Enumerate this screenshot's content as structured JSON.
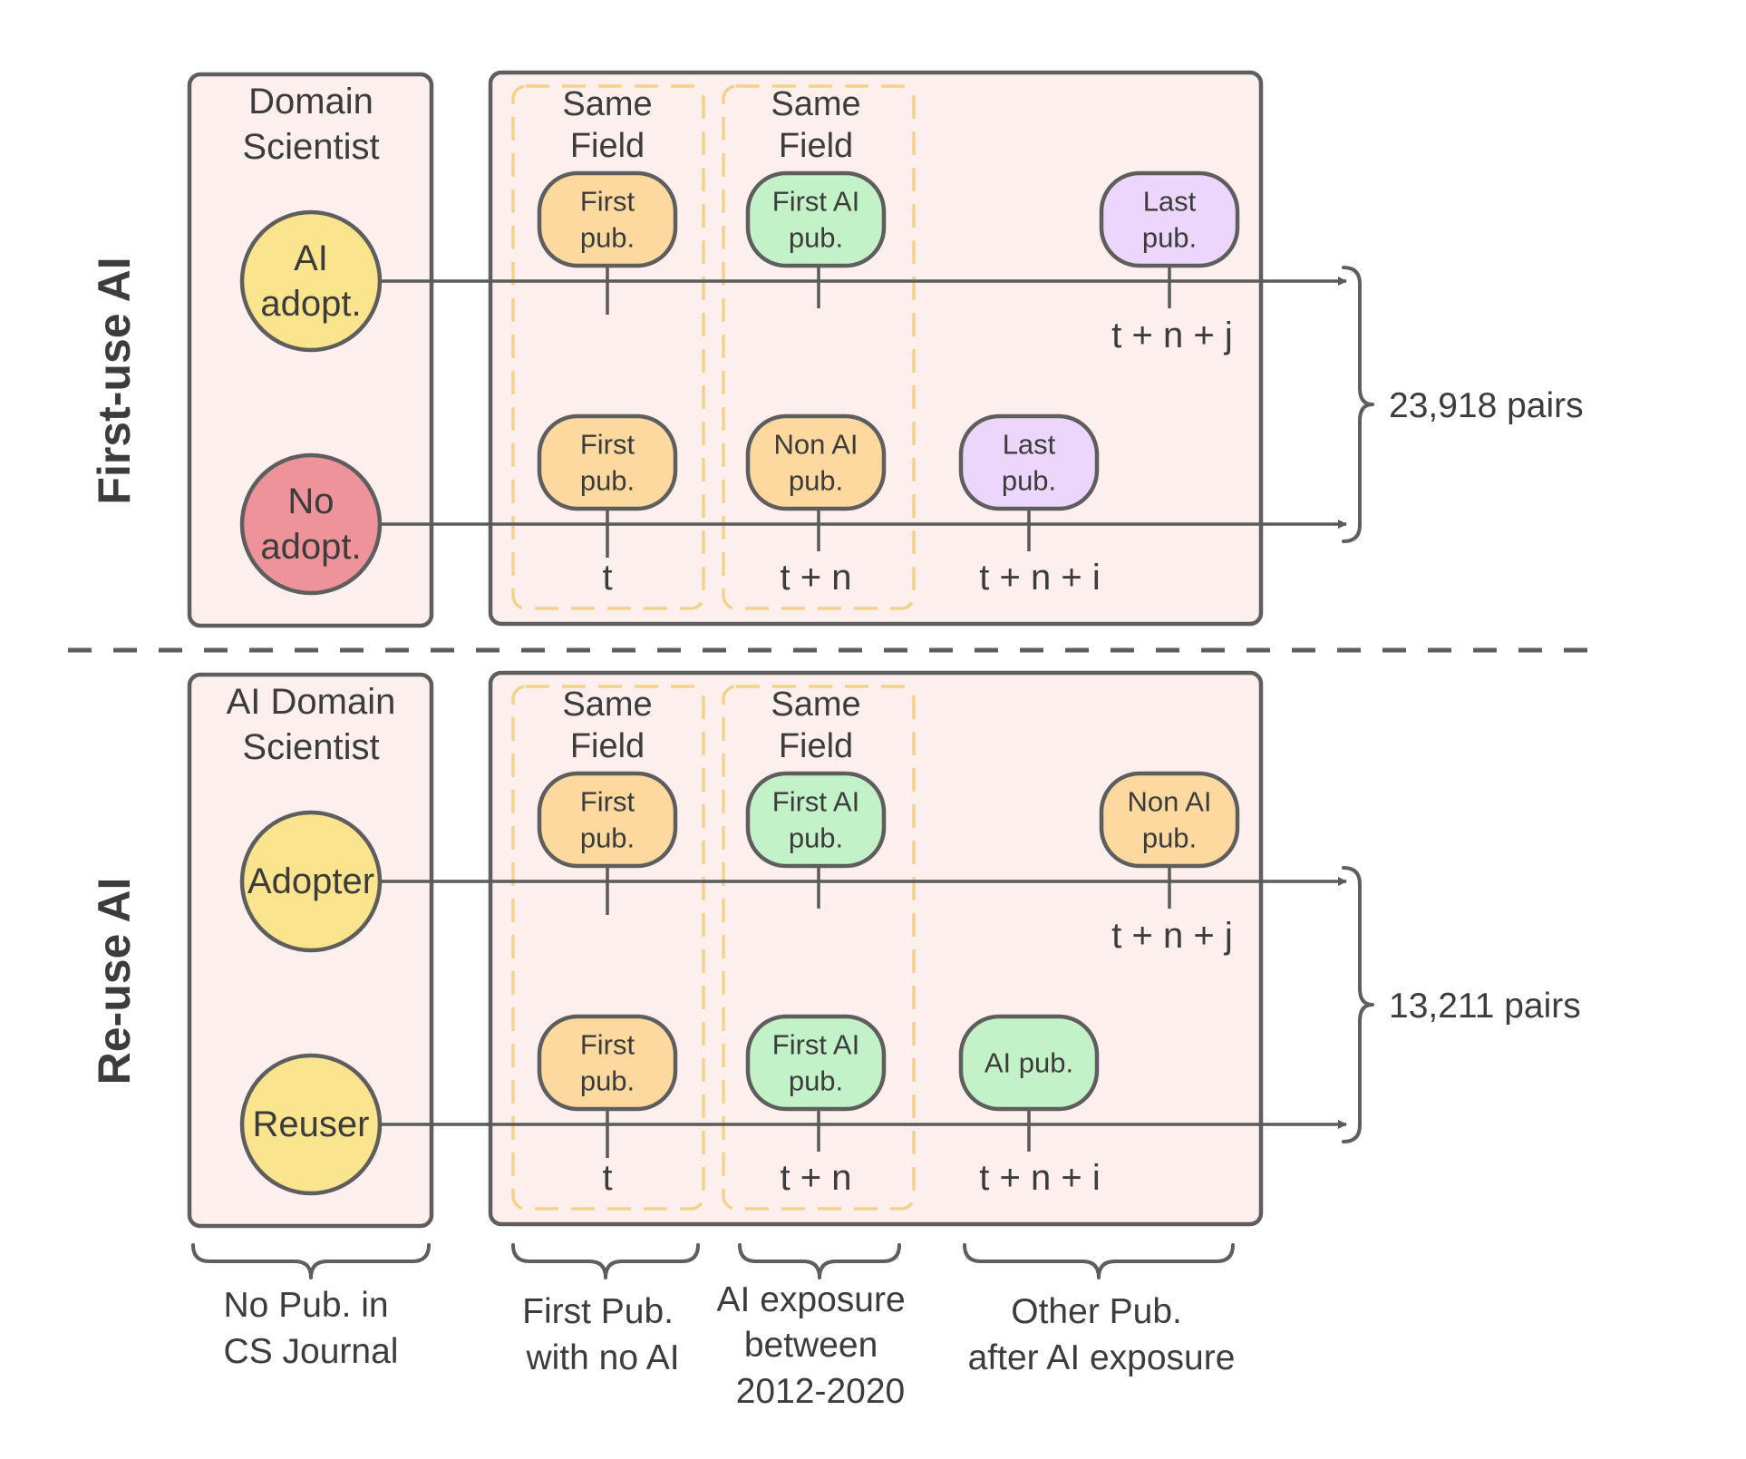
{
  "colors": {
    "panel_fill": "#fcefee",
    "stroke": "#5e5e5e",
    "same_field_dash": "#f3d28c",
    "orange_node": "#fdd9a0",
    "green_node": "#c4f2c8",
    "purple_node": "#ecd6fb",
    "yellow_circle": "#fbe48e",
    "red_circle": "#ee939a"
  },
  "sections": [
    {
      "title": "First-use AI",
      "left_panel_title": [
        "Domain",
        "Scientist"
      ],
      "same_field_label": [
        "Same",
        "Field"
      ],
      "pairs_label": "23,918 pairs",
      "rows": [
        {
          "circle": {
            "lines": [
              "AI",
              "adopt."
            ],
            "color": "yellow"
          },
          "first_pub": [
            "First",
            "pub."
          ],
          "middle_pub": {
            "lines": [
              "First AI",
              "pub."
            ],
            "color": "green"
          },
          "later_pub": {
            "lines": [
              "Last",
              "pub."
            ],
            "color": "purple"
          },
          "later_time": "t + n + j"
        },
        {
          "circle": {
            "lines": [
              "No",
              "adopt."
            ],
            "color": "red"
          },
          "first_pub": [
            "First",
            "pub."
          ],
          "middle_pub": {
            "lines": [
              "Non AI",
              "pub."
            ],
            "color": "orange"
          },
          "later_pub": {
            "lines": [
              "Last",
              "pub."
            ],
            "color": "purple"
          },
          "later_time": "t + n + i"
        }
      ],
      "time_t": "t",
      "time_tn": "t + n"
    },
    {
      "title": "Re-use AI",
      "left_panel_title": [
        "AI Domain",
        "Scientist"
      ],
      "same_field_label": [
        "Same",
        "Field"
      ],
      "pairs_label": "13,211 pairs",
      "rows": [
        {
          "circle": {
            "lines": [
              "Adopter"
            ],
            "color": "yellow"
          },
          "first_pub": [
            "First",
            "pub."
          ],
          "middle_pub": {
            "lines": [
              "First AI",
              "pub."
            ],
            "color": "green"
          },
          "later_pub": {
            "lines": [
              "Non AI",
              "pub."
            ],
            "color": "orange"
          },
          "later_time": "t + n + j"
        },
        {
          "circle": {
            "lines": [
              "Reuser"
            ],
            "color": "yellow"
          },
          "first_pub": [
            "First",
            "pub."
          ],
          "middle_pub": {
            "lines": [
              "First AI",
              "pub."
            ],
            "color": "green"
          },
          "later_pub": {
            "lines": [
              "AI pub."
            ],
            "color": "green"
          },
          "later_time": "t + n + i"
        }
      ],
      "time_t": "t",
      "time_tn": "t + n"
    }
  ],
  "bottom_labels": [
    [
      "No Pub. in",
      "CS Journal"
    ],
    [
      "First Pub.",
      "with no AI"
    ],
    [
      "AI exposure",
      "between",
      "2012-2020"
    ],
    [
      "Other Pub.",
      "after AI exposure"
    ]
  ]
}
